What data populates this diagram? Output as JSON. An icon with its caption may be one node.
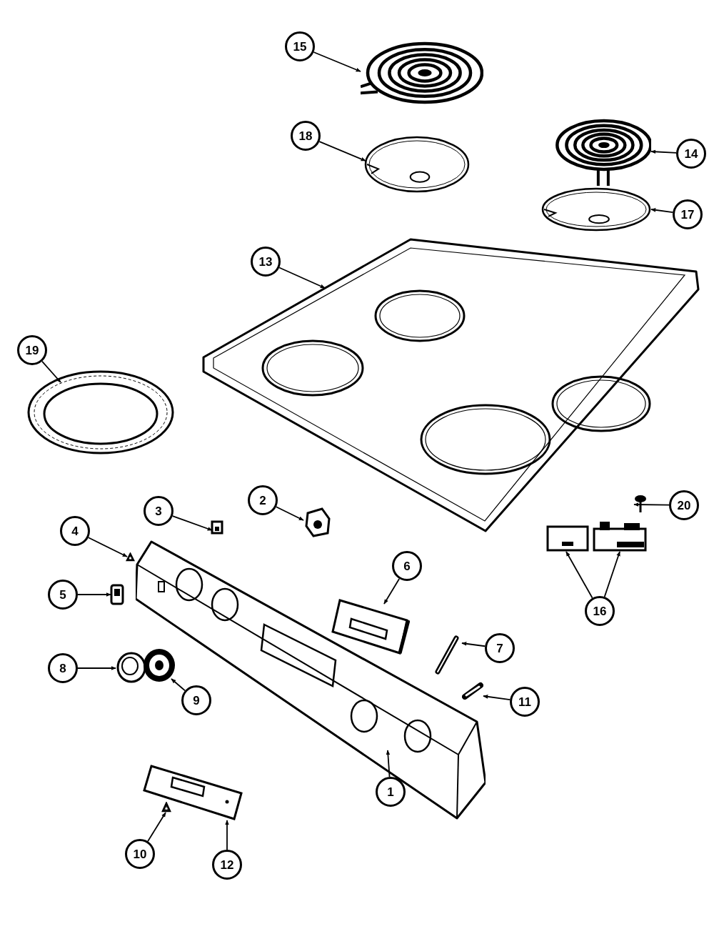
{
  "diagram": {
    "nodes": [
      {
        "text": [
          "15"
        ]
      },
      {
        "text": [],
        "shape": "picture"
      },
      {
        "text": [
          "18"
        ]
      },
      {
        "text": [],
        "shape": "picture"
      },
      {
        "text": [
          "14"
        ]
      },
      {
        "text": [],
        "shape": "picture"
      },
      {
        "text": [
          "13"
        ]
      },
      {
        "text": [],
        "shape": "picture"
      },
      {
        "text": [
          "17"
        ]
      },
      {
        "text": [],
        "shape": "picture"
      },
      {
        "text": [
          "19"
        ]
      },
      {
        "text": [],
        "shape": "picture"
      },
      {
        "text": [
          "20"
        ]
      },
      {
        "text": [],
        "shape": "picture"
      },
      {
        "text": [
          "2"
        ]
      },
      {
        "text": [],
        "shape": "picture"
      },
      {
        "text": [
          "3"
        ]
      },
      {
        "text": [],
        "shape": "picture"
      },
      {
        "text": [
          "4"
        ]
      },
      {
        "text": [],
        "shape": "picture"
      },
      {
        "text": [
          "6"
        ]
      },
      {
        "text": [],
        "shape": "picture"
      },
      {
        "text": [
          "5"
        ]
      },
      {
        "text": [],
        "shape": "picture"
      },
      {
        "text": [
          "16"
        ]
      },
      {
        "text": [],
        "shape": "picture"
      },
      {
        "text": [],
        "shape": "picture"
      },
      {
        "text": [
          "7"
        ]
      },
      {
        "text": [],
        "shape": "picture"
      },
      {
        "text": [
          "8"
        ]
      },
      {
        "text": [],
        "shape": "picture"
      },
      {
        "text": [
          "9"
        ]
      },
      {
        "text": [],
        "shape": "picture"
      },
      {
        "text": [
          "11"
        ]
      },
      {
        "text": [],
        "shape": "picture"
      },
      {
        "text": [
          "1"
        ]
      },
      {
        "text": [],
        "shape": "picture"
      },
      {
        "text": [
          "10"
        ]
      },
      {
        "text": [],
        "shape": "picture"
      },
      {
        "text": [
          "12"
        ]
      },
      {
        "text": [],
        "shape": "picture"
      }
    ],
    "edges": [
      {
        "from": 0,
        "to": 1,
        "arrow": "to"
      },
      {
        "from": 2,
        "to": 3,
        "arrow": "to"
      },
      {
        "from": 4,
        "to": 5,
        "arrow": "to"
      },
      {
        "from": 6,
        "to": 7,
        "arrow": "to"
      },
      {
        "from": 8,
        "to": 9,
        "arrow": "to"
      },
      {
        "from": 10,
        "to": 11,
        "arrow": "to"
      },
      {
        "from": 12,
        "to": 13,
        "arrow": "to"
      },
      {
        "from": 14,
        "to": 15,
        "arrow": "to"
      },
      {
        "from": 16,
        "to": 17,
        "arrow": "to"
      },
      {
        "from": 18,
        "to": 19,
        "arrow": "to"
      },
      {
        "from": 20,
        "to": 21,
        "arrow": "to"
      },
      {
        "from": 22,
        "to": 23,
        "arrow": "to"
      },
      {
        "from": 24,
        "to": 25,
        "arrow": "to"
      },
      {
        "from": 24,
        "to": 26,
        "arrow": "to"
      },
      {
        "from": 27,
        "to": 28,
        "arrow": "to"
      },
      {
        "from": 29,
        "to": 30,
        "arrow": "to"
      },
      {
        "from": 31,
        "to": 32,
        "arrow": "to"
      },
      {
        "from": 33,
        "to": 34,
        "arrow": "to"
      },
      {
        "from": 35,
        "to": 36,
        "arrow": "to"
      },
      {
        "from": 37,
        "to": 38,
        "arrow": "to"
      },
      {
        "from": 39,
        "to": 40,
        "arrow": "to"
      }
    ]
  }
}
